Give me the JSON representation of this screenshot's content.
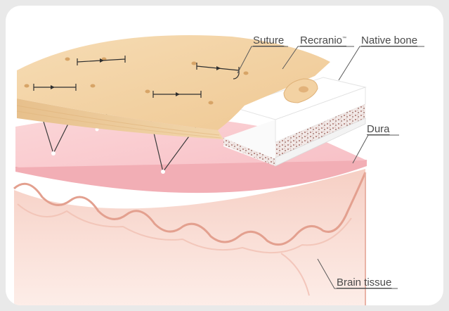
{
  "labels": {
    "suture": "Suture",
    "recranio": "Recranio",
    "trademark": "™",
    "native_bone": "Native bone",
    "dura": "Dura",
    "brain_tissue": "Brain tissue"
  },
  "colors": {
    "implant": "#f3d3a3",
    "implant_edge": "#d9b07a",
    "bone_outer": "#ffffff",
    "bone_inner": "#c9a5a0",
    "dura": "#f9c8cc",
    "brain_light": "#fde6e0",
    "brain_dark": "#e8aa9c",
    "leader": "#5a5a5a"
  }
}
